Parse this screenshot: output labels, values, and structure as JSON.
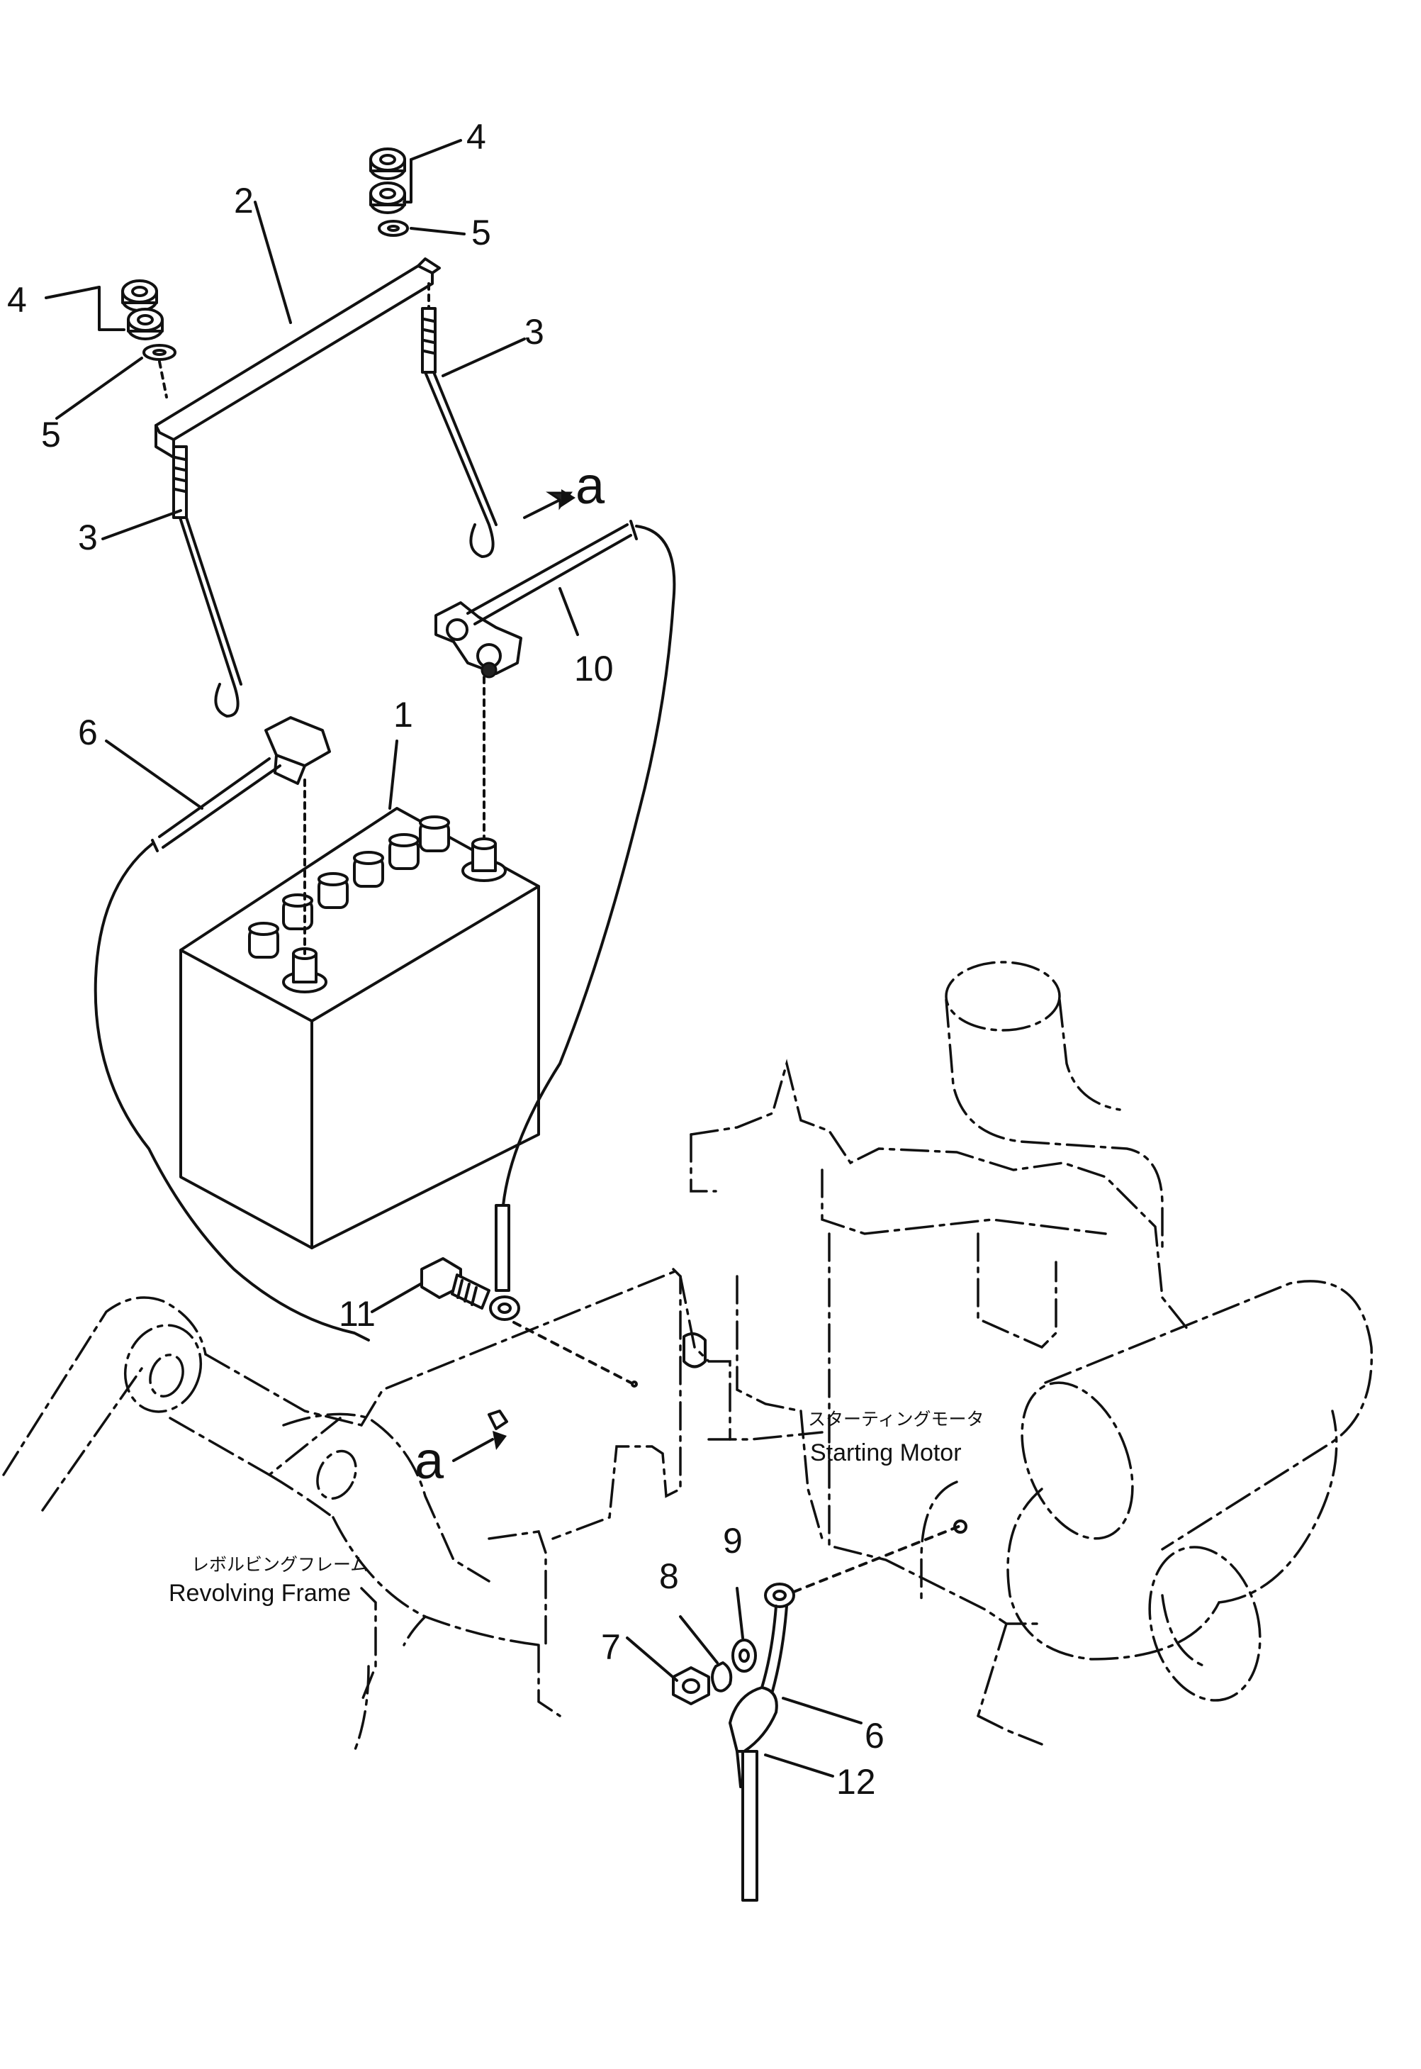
{
  "callouts": {
    "c1": "1",
    "c2": "2",
    "c3_left": "3",
    "c3_right": "3",
    "c4_left": "4",
    "c4_right": "4",
    "c5_left": "5",
    "c5_right": "5",
    "c6_top": "6",
    "c6_bottom": "6",
    "c7": "7",
    "c8": "8",
    "c9": "9",
    "c10": "10",
    "c11": "11",
    "c12": "12"
  },
  "refs": {
    "a_top": "a",
    "a_bottom": "a"
  },
  "labels": {
    "starting_motor_jp": "スターティングモータ",
    "starting_motor_en": "Starting Motor",
    "revolving_frame_jp": "レボルビングフレーム",
    "revolving_frame_en": "Revolving Frame"
  }
}
